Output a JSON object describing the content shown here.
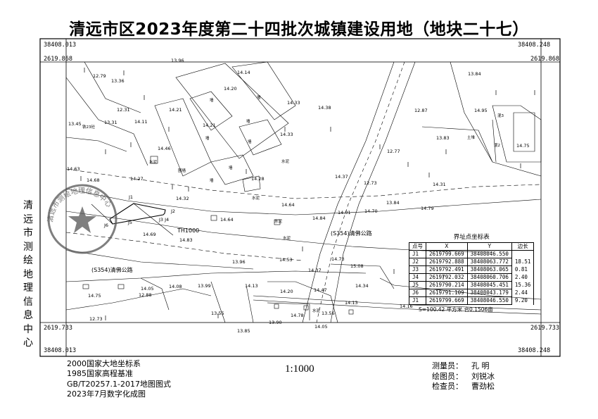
{
  "title": "清远市区2023年度第二十四批次城镇建设用地（地块二十七）",
  "corners": {
    "top_left_x": "38408.013",
    "top_left_y": "2619.868",
    "top_right_x": "38408.248",
    "top_right_y": "2619.868",
    "bottom_left_y": "2619.733",
    "bottom_left_x": "38408.013",
    "bottom_right_y": "2619.733",
    "bottom_right_x": "38408.248"
  },
  "side_label": [
    "清",
    "远",
    "市",
    "测",
    "绘",
    "地",
    "理",
    "信",
    "息",
    "中",
    "心"
  ],
  "footer": {
    "lines": [
      "2000国家大地坐标系",
      "1985国家高程基准",
      "GB/T20257.1-2017地图图式",
      "2023年7月数字化成图"
    ],
    "scale": "1:1000",
    "staff": [
      {
        "role": "测量员：",
        "name": "孔  明"
      },
      {
        "role": "绘图员：",
        "name": "刘锐冰"
      },
      {
        "role": "检查员：",
        "name": "曹劲松"
      }
    ]
  },
  "coord_table": {
    "caption": "界址点坐标表",
    "headers": [
      "点号",
      "X",
      "Y",
      "边长"
    ],
    "rows": [
      {
        "pt": "J1",
        "x": "2619799.669",
        "y": "38408046.550"
      },
      {
        "pt": "J2",
        "x": "2619792.888",
        "y": "38408063.772"
      },
      {
        "pt": "J3",
        "x": "2619792.491",
        "y": "38408063.065"
      },
      {
        "pt": "J4",
        "x": "2619792.032",
        "y": "38408060.706"
      },
      {
        "pt": "J5",
        "x": "2619790.214",
        "y": "38408045.451"
      },
      {
        "pt": "J6",
        "x": "2619791.109",
        "y": "38408043.179"
      },
      {
        "pt": "J1",
        "x": "2619799.669",
        "y": "38408046.550"
      }
    ],
    "distances": [
      "18.51",
      "0.81",
      "2.40",
      "15.36",
      "2.44",
      "9.20"
    ],
    "area": "S=100.42 平方米 合0.1506亩"
  },
  "map_labels": {
    "elevations": [
      "13.96",
      "14.14",
      "12.79",
      "13.36",
      "14.20",
      "14.33",
      "14.38",
      "12.31",
      "13.31",
      "14.21",
      "14.11",
      "13.45",
      "14.46",
      "14.21",
      "14.33",
      "12.77",
      "12.73",
      "14.63",
      "14.68",
      "14.27",
      "14.37",
      "14.28",
      "14.31",
      "14.32",
      "14.64",
      "14.01",
      "14.70",
      "14.79",
      "13.84",
      "14.64",
      "14.84",
      "14.69",
      "14.83",
      "14.73",
      "13.96",
      "14.53",
      "14.37",
      "15.08",
      "14.05",
      "14.08",
      "13.99",
      "14.13",
      "14.20",
      "14.47",
      "14.34",
      "14.75",
      "12.88",
      "13.55",
      "13.56",
      "14.13",
      "14.16",
      "12.73",
      "13.85",
      "13.90",
      "14.78",
      "14.05",
      "12.87",
      "13.83",
      "14.95",
      "14.75",
      "13.84"
    ],
    "road_name_1": "(S354)清佛公路",
    "road_name_2": "(S354)清佛公路",
    "th_label": "TH1000",
    "parcel_points": [
      "J1",
      "J2",
      "J3 J4",
      "J5",
      "J6"
    ],
    "building_labels": [
      "墙",
      "墙",
      "墙",
      "墙",
      "墙",
      "墙",
      "墙",
      "围墙",
      "水泥",
      "水泥",
      "水泥",
      "水泥",
      "水泥",
      "水泥",
      "混3",
      "混2",
      "土堆",
      "铁23砼"
    ],
    "seal_text": "清远市测绘地理信息中心"
  },
  "colors": {
    "ink": "#000000",
    "seal": "#555555",
    "parcel": "#000000"
  }
}
